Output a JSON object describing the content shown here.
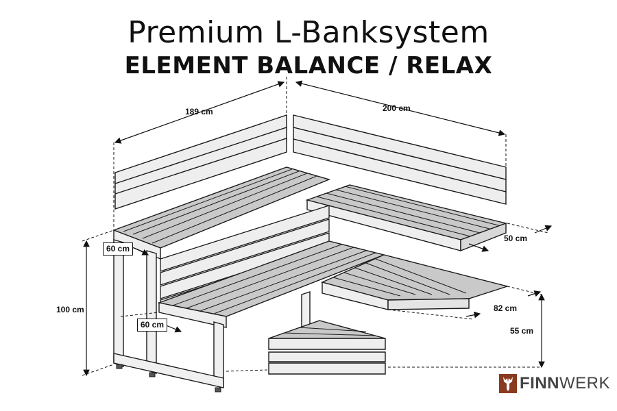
{
  "title": "Premium L-Banksystem",
  "subtitle": "ELEMENT BALANCE / RELAX",
  "dimensions": {
    "back_left_width": "189 cm",
    "back_right_width": "200 cm",
    "upper_bench_depth": "50 cm",
    "upper_side_depth": "60 cm",
    "lower_side_depth": "60 cm",
    "lower_bench_depth": "82 cm",
    "total_height": "100 cm",
    "lower_height": "55 cm"
  },
  "logo": {
    "brand_bold": "FINN",
    "brand_light": "WERK",
    "mark": "deer-head"
  },
  "colors": {
    "line": "#1a1a1a",
    "wood_light": "#f2f2f2",
    "wood_mid": "#d2d2d2",
    "wood_dark": "#b5b5b5",
    "logo_brown": "#8a3a1e"
  }
}
